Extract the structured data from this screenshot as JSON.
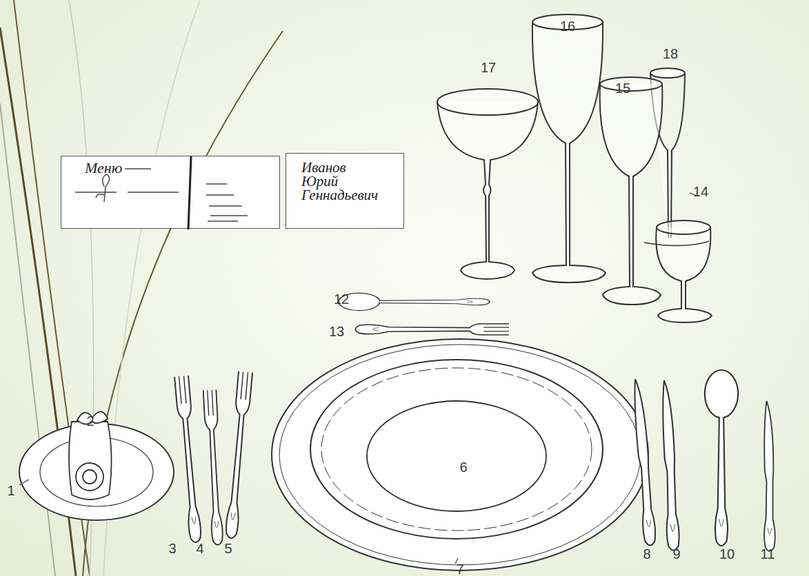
{
  "diagram": {
    "nodes": [
      {
        "text": [
          "Меню"
        ]
      },
      {
        "text": [
          "Иванов Юрий Геннадьевич"
        ]
      }
    ],
    "labels": [
      "16",
      "18",
      "17",
      "15",
      "14",
      "12",
      "13",
      "2",
      "6",
      "1",
      "3",
      "4",
      "5",
      "8",
      "9",
      "10",
      "11",
      "7"
    ]
  }
}
